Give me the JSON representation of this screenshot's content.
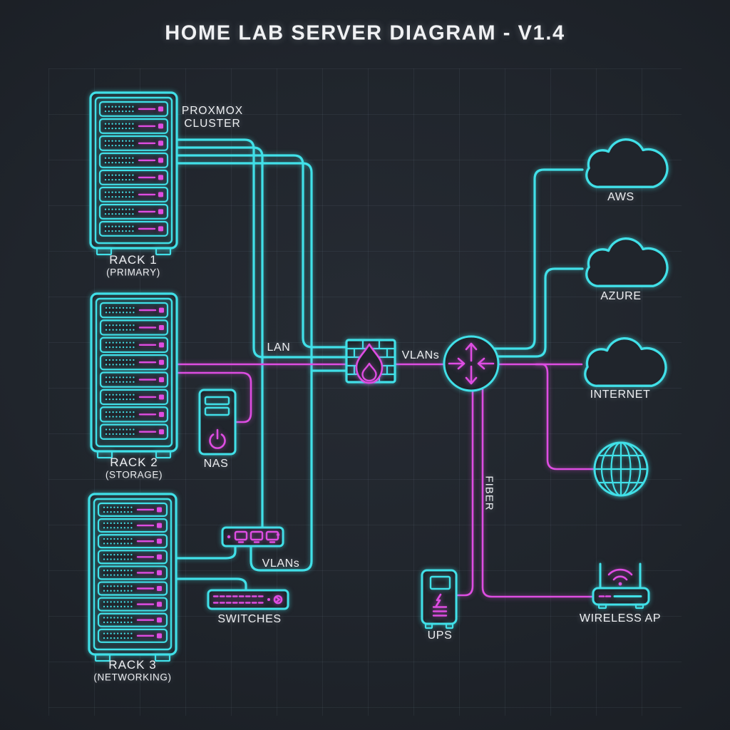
{
  "title": "HOME LAB SERVER DIAGRAM - V1.4",
  "colors": {
    "background": "#20252C",
    "cyan": "#41E0E8",
    "magenta": "#DE4DE2",
    "text": "#EDEFF2"
  },
  "labels": {
    "proxmox_cluster": [
      "PROXMOX",
      "CLUSTER"
    ],
    "lan": "LAN",
    "vlans_firewall": "VLANs",
    "vlans_switch": "VLANs",
    "fiber": "FIBER"
  },
  "racks": [
    {
      "name": "RACK 1",
      "sublabel": "(PRIMARY)",
      "units": 8
    },
    {
      "name": "RACK 2",
      "sublabel": "(STORAGE)",
      "units": 8
    },
    {
      "name": "RACK 3",
      "sublabel": "(NETWORKING)",
      "units": 9
    }
  ],
  "devices": {
    "nas": "NAS",
    "switches": "SWITCHES",
    "ups": "UPS",
    "wireless_ap": "WIRELESS AP"
  },
  "clouds": [
    {
      "label": "AWS"
    },
    {
      "label": "AZURE"
    },
    {
      "label": "INTERNET"
    }
  ],
  "icons": [
    "server-rack-icon",
    "firewall-icon",
    "flame-icon",
    "router-icon",
    "nas-icon",
    "power-icon",
    "access-switch-icon",
    "switch-panel-icon",
    "cloud-icon",
    "globe-icon",
    "ups-icon",
    "wireless-ap-icon",
    "wifi-icon"
  ]
}
